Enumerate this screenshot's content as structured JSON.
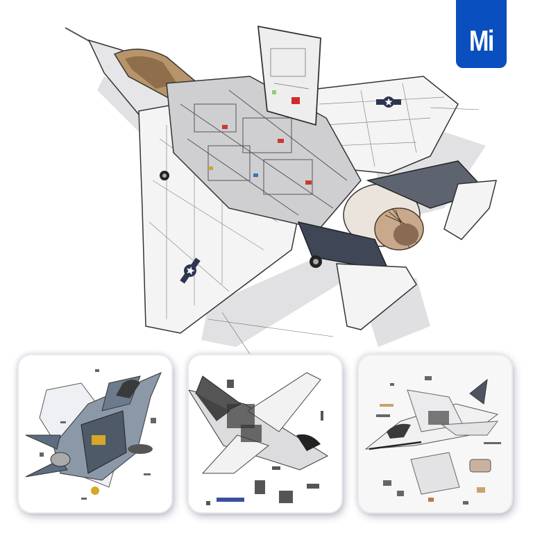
{
  "brand": {
    "logo_text": "Mi",
    "logo_color": "#0a4fbf",
    "logo_text_color": "#ffffff"
  },
  "hero": {
    "subject": "Cutaway technical illustration of a stealth fighter jet showing cockpit, internal bays, open access panel and engine nozzle",
    "insignia": "roundel-star-and-bars"
  },
  "thumbnails": [
    {
      "label": "Exploded cutaway view, blue-grey jet with loose parts"
    },
    {
      "label": "Exploded sketch view, greyscale jet with loose parts"
    },
    {
      "label": "Exploded render view, white jet surrounded by components"
    }
  ],
  "colors": {
    "background": "#ffffff",
    "card_bg": "#ffffff",
    "card_shadow": "#8a8aa6",
    "jet_grey": "#5d6470",
    "jet_light": "#e8e8ea",
    "canopy": "#b8946a",
    "engine_copper": "#c9a98c"
  }
}
